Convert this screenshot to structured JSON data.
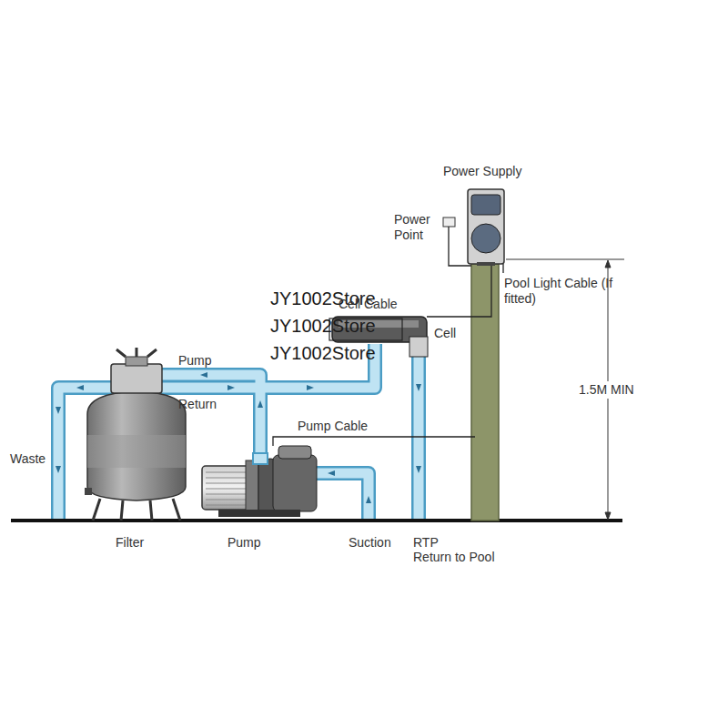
{
  "diagram": {
    "labels": [
      "Power Supply",
      "Power Point",
      "JY1002Store",
      "Cell Cable",
      "Pool Light Cable (If fitted)",
      "JY1002Store",
      "Cell",
      "JY1002Store",
      "Pump",
      "Return",
      "1.5M MIN",
      "Pump Cable",
      "Waste",
      "Filter",
      "Pump",
      "Suction",
      "RTP",
      "Return to Pool"
    ]
  }
}
